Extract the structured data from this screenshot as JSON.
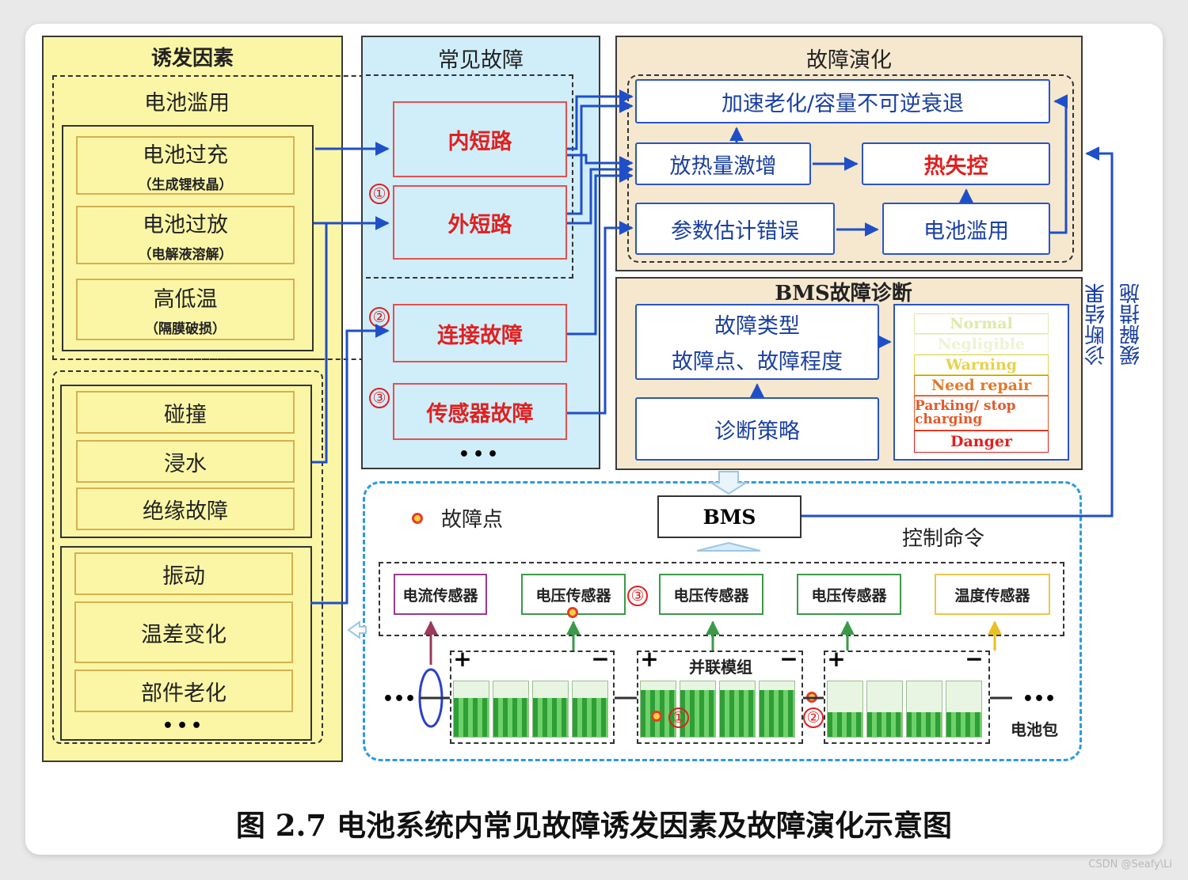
{
  "inducing_factors": {
    "title": "诱发因素",
    "battery_abuse_title": "电池滥用",
    "overcharge": {
      "label": "电池过充",
      "note": "（生成锂枝晶）"
    },
    "overdischarge": {
      "label": "电池过放",
      "note": "（电解液溶解）"
    },
    "temperature": {
      "label": "高低温",
      "note": "（隔膜破损）"
    },
    "collision": "碰撞",
    "flooding": "浸水",
    "insulation_fault": "绝缘故障",
    "vibration": "振动",
    "temperature_diff": "温差变化",
    "component_aging": "部件老化",
    "ellipsis": "•••"
  },
  "common_faults": {
    "title": "常见故障",
    "internal_short": "内短路",
    "external_short": "外短路",
    "connection_fault": "连接故障",
    "sensor_fault": "传感器故障",
    "ellipsis": "•••",
    "marker_1": "①",
    "marker_2": "②",
    "marker_3": "③"
  },
  "fault_evolution": {
    "title": "故障演化",
    "accelerated_aging": "加速老化/容量不可逆衰退",
    "heat_surge": "放热量激增",
    "thermal_runaway": "热失控",
    "param_error": "参数估计错误",
    "battery_abuse": "电池滥用"
  },
  "bms_diagnosis": {
    "title": "BMS故障诊断",
    "fault_type_line1": "故障类型",
    "fault_type_line2": "故障点、故障程度",
    "strategy": "诊断策略",
    "levels": [
      {
        "label": "Normal",
        "color": "#dfe9a8"
      },
      {
        "label": "Negligible",
        "color": "#eef3d4"
      },
      {
        "label": "Warning",
        "color": "#e8d24a"
      },
      {
        "label": "Need repair",
        "color": "#e07a2a"
      },
      {
        "label": "Parking/ stop charging",
        "color": "#e05a2a"
      },
      {
        "label": "Danger",
        "color": "#e01e1e"
      }
    ]
  },
  "side_labels": {
    "diagnosis_result": "诊断结果",
    "mitigation": "缓解措施"
  },
  "system": {
    "bms": "BMS",
    "fault_point_legend": "故障点",
    "control_command": "控制命令",
    "current_sensor": "电流传感器",
    "voltage_sensor": "电压传感器",
    "temperature_sensor": "温度传感器",
    "parallel_module": "并联模组",
    "battery_pack": "电池包",
    "plus": "+",
    "minus": "−",
    "ellipsis": "•••",
    "marker_1": "①",
    "marker_2": "②",
    "marker_3": "③"
  },
  "caption": "图 2.7  电池系统内常见故障诱发因素及故障演化示意图",
  "watermark": "CSDN @Seafy\\Li",
  "colors": {
    "yellow_panel": "#fbf6a6",
    "blue_panel": "#cfeefa",
    "tan_panel": "#f6e8cf",
    "arrow_blue": "#1f4fc8",
    "fault_red": "#e02020",
    "dash_blue": "#2a9be0"
  }
}
